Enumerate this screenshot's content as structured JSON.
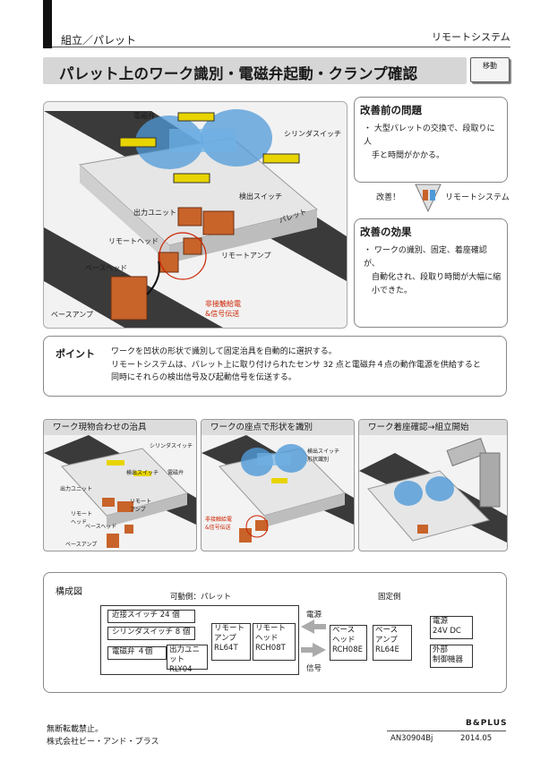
{
  "header": {
    "category": "組立／パレット",
    "system": "リモートシステム",
    "title": "パレット上のワーク識別・電磁弁起動・クランプ確認",
    "tag": "移動"
  },
  "main_figure": {
    "labels": {
      "solenoid": "電磁弁",
      "cylinder_switch": "シリンダスイッチ",
      "detect_switch": "検出スイッチ",
      "output_unit": "出力ユニット",
      "pallet": "パレット",
      "remote_head": "リモートヘッド",
      "remote_amp": "リモートアンプ",
      "base_head": "ベースヘッド",
      "base_amp": "ベースアンプ",
      "wireless_note": "非接触給電\n&信号伝送"
    }
  },
  "before": {
    "title": "改善前の問題",
    "body": "・ 大型パレットの交換で、段取りに人\n　手と時間がかかる。"
  },
  "kaizen_label": "改善！",
  "kaizen_system": "リモートシステム",
  "after": {
    "title": "改善の効果",
    "body": "・ ワークの識別、固定、着座確認が、\n　自動化され、段取り時間が大幅に縮\n　小できた。"
  },
  "point": {
    "title": "ポイント",
    "body": "ワークを凹状の形状で識別して固定治具を自動的に選択する。\nリモートシステムは、パレット上に取り付けられたセンサ 32 点と電磁弁４点の動作電源を供給すると\n同時にそれらの検出信号及び起動信号を伝送する。"
  },
  "subfigs": [
    {
      "title": "ワーク現物合わせの治具",
      "labels": {
        "cyl": "シリンダスイッチ",
        "detect": "検出スイッチ",
        "sol": "電磁弁",
        "out": "出力ユニット",
        "ramp": "リモート\nアンプ",
        "rhead": "リモート\nヘッド",
        "bhead": "ベースヘッド",
        "bamp": "ベースアンプ"
      }
    },
    {
      "title": "ワークの座点で形状を識別",
      "labels": {
        "detect": "検出スイッチ\n形状識別",
        "wireless": "非接触給電\n&信号伝送"
      }
    },
    {
      "title": "ワーク着座確認→組立開始",
      "labels": {}
    }
  ],
  "config": {
    "title": "構成図",
    "movable_label": "可動側：パレット",
    "fixed_label": "固定側",
    "prox": "近接スイッチ 24 個",
    "cyl": "シリンダスイッチ 8 個",
    "sol": "電磁弁 ４個",
    "out_unit": "出力ユニット\nRLY04",
    "remote_amp": "リモート\nアンプ\nRL64T",
    "remote_head": "リモート\nヘッド\nRCH08T",
    "power_label": "電源",
    "signal_label": "信号",
    "base_head": "ベース\nヘッド\nRCH08E",
    "base_amp": "ベース\nアンプ\nRL64E",
    "power_supply": "電源\n24V DC",
    "external": "外部\n制御機器"
  },
  "footer": {
    "notice": "無断転載禁止。",
    "company": "株式会社ビー・アンド・プラス",
    "brand": "B&PLUS",
    "doc_no": "AN30904Bj",
    "date": "2014.05"
  },
  "colors": {
    "accent_orange": "#c8632a",
    "accent_yellow": "#e8d400",
    "work_blue": "#4f9ad8",
    "wireless_red": "#cc2200"
  }
}
